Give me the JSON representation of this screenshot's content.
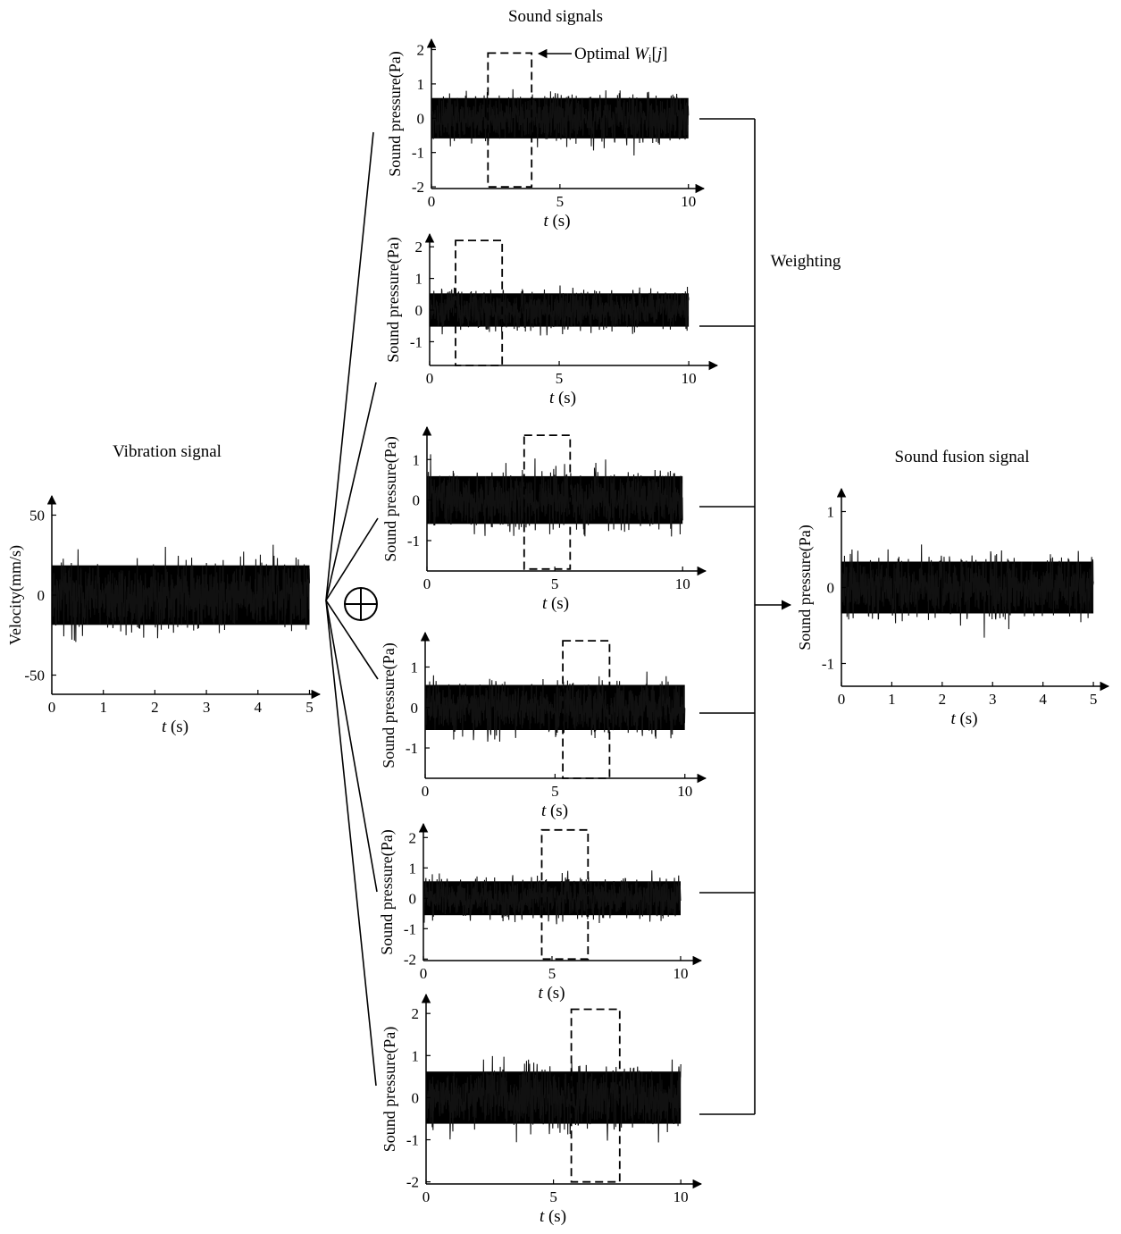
{
  "titles": {
    "vibration": "Vibration signal",
    "sound_signals": "Sound signals",
    "weighting": "Weighting",
    "fusion": "Sound fusion  signal"
  },
  "annotation": {
    "prefix": "Optimal ",
    "symbol": "W",
    "subscript": "i",
    "bracket_open": "[",
    "index": "j",
    "bracket_close": "]"
  },
  "operator_symbol": "⊕",
  "x_unit": "(s)",
  "x_var": "t",
  "chart_data": [
    {
      "id": "vibration",
      "type": "line",
      "ylabel": "Velocity(mm/s)",
      "xlabel": "t (s)",
      "xlim": [
        0,
        5.2
      ],
      "ylim": [
        -62,
        62
      ],
      "xticks": [
        0,
        1,
        2,
        3,
        4,
        5
      ],
      "yticks": [
        -50,
        0,
        50
      ],
      "signal_amplitude": 30,
      "signal_duration": 5
    },
    {
      "id": "sound-1",
      "type": "line",
      "ylabel": "Sound pressure(Pa)",
      "xlabel": "t (s)",
      "xlim": [
        0,
        10.6
      ],
      "ylim": [
        -2.05,
        2.3
      ],
      "xticks": [
        0,
        5,
        10
      ],
      "yticks": [
        -2,
        -1,
        0,
        1,
        2
      ],
      "signal_amplitude": 0.95,
      "signal_duration": 10,
      "window": {
        "x": [
          2.2,
          3.9
        ],
        "y": [
          -2,
          1.9
        ]
      }
    },
    {
      "id": "sound-2",
      "type": "line",
      "ylabel": "Sound pressure(Pa)",
      "xlabel": "t (s)",
      "xlim": [
        0,
        11.1
      ],
      "ylim": [
        -1.75,
        2.4
      ],
      "xticks": [
        0,
        5,
        10
      ],
      "yticks": [
        -1,
        0,
        1,
        2
      ],
      "signal_amplitude": 0.85,
      "signal_duration": 10,
      "window": {
        "x": [
          1,
          2.8
        ],
        "y": [
          -1.75,
          2.2
        ]
      }
    },
    {
      "id": "sound-3",
      "type": "line",
      "ylabel": "Sound pressure(Pa)",
      "xlabel": "t (s)",
      "xlim": [
        0,
        10.9
      ],
      "ylim": [
        -1.75,
        1.8
      ],
      "xticks": [
        0,
        5,
        10
      ],
      "yticks": [
        -1,
        0,
        1
      ],
      "signal_amplitude": 0.95,
      "signal_duration": 10,
      "window": {
        "x": [
          3.8,
          5.6
        ],
        "y": [
          -1.7,
          1.6
        ]
      }
    },
    {
      "id": "sound-4",
      "type": "line",
      "ylabel": "Sound pressure(Pa)",
      "xlabel": "t (s)",
      "xlim": [
        0,
        10.8
      ],
      "ylim": [
        -1.75,
        1.85
      ],
      "xticks": [
        0,
        5,
        10
      ],
      "yticks": [
        -1,
        0,
        1
      ],
      "signal_amplitude": 0.9,
      "signal_duration": 10,
      "window": {
        "x": [
          5.3,
          7.1
        ],
        "y": [
          -1.75,
          1.65
        ]
      }
    },
    {
      "id": "sound-5",
      "type": "line",
      "ylabel": "Sound pressure(Pa)",
      "xlabel": "t (s)",
      "xlim": [
        0,
        10.8
      ],
      "ylim": [
        -2.05,
        2.45
      ],
      "xticks": [
        0,
        5,
        10
      ],
      "yticks": [
        -2,
        -1,
        0,
        1,
        2
      ],
      "signal_amplitude": 0.9,
      "signal_duration": 10,
      "window": {
        "x": [
          4.6,
          6.4
        ],
        "y": [
          -2,
          2.25
        ]
      }
    },
    {
      "id": "sound-6",
      "type": "line",
      "ylabel": "Sound pressure(Pa)",
      "xlabel": "t (s)",
      "xlim": [
        0,
        10.8
      ],
      "ylim": [
        -2.05,
        2.45
      ],
      "xticks": [
        0,
        5,
        10
      ],
      "yticks": [
        -2,
        -1,
        0,
        1,
        2
      ],
      "signal_amplitude": 1.0,
      "signal_duration": 10,
      "window": {
        "x": [
          5.7,
          7.6
        ],
        "y": [
          -2,
          2.1
        ]
      }
    },
    {
      "id": "fusion",
      "type": "line",
      "ylabel": "Sound pressure(Pa)",
      "xlabel": "t (s)",
      "xlim": [
        0,
        5.3
      ],
      "ylim": [
        -1.3,
        1.3
      ],
      "xticks": [
        0,
        1,
        2,
        3,
        4,
        5
      ],
      "yticks": [
        -1,
        0,
        1
      ],
      "signal_amplitude": 0.55,
      "signal_duration": 5
    }
  ]
}
